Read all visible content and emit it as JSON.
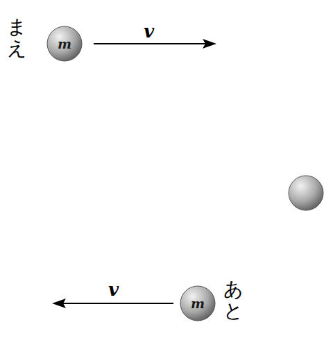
{
  "diagram": {
    "nodes": [
      {
        "text": [
          "m"
        ]
      },
      {
        "text": [
          "m"
        ]
      }
    ],
    "labels": [
      "まえ",
      "v",
      "v",
      "あと"
    ]
  }
}
